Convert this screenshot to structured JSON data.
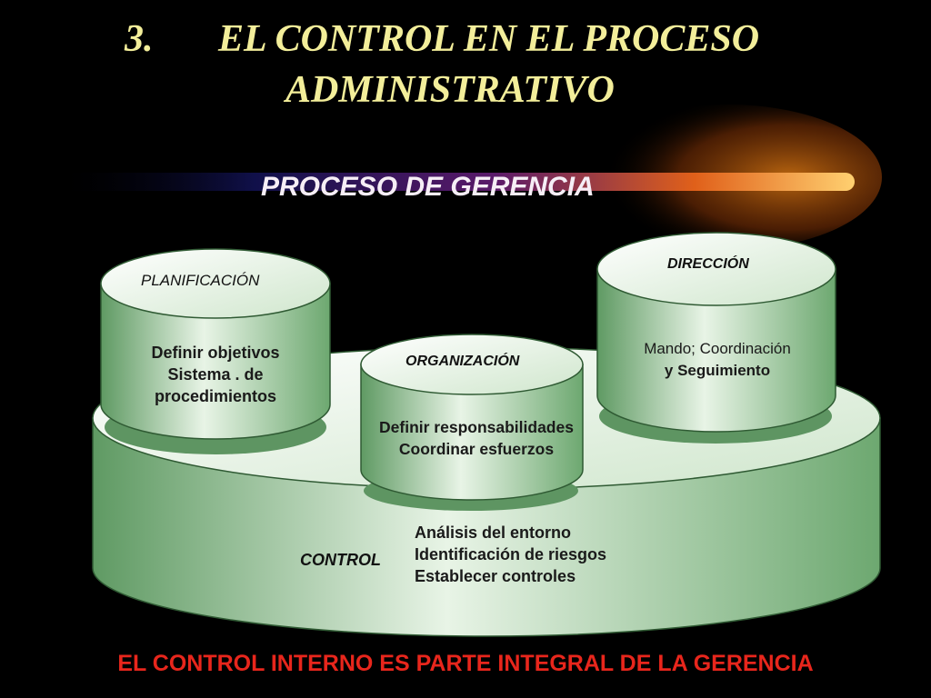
{
  "title": {
    "number": "3.",
    "line1": "EL CONTROL EN EL PROCESO",
    "line2": "ADMINISTRATIVO"
  },
  "subtitle": "PROCESO DE GERENCIA",
  "cylinders": {
    "control": {
      "label": "CONTROL",
      "lines": [
        "Análisis del entorno",
        "Identificación de riesgos",
        "Establecer controles"
      ]
    },
    "planificacion": {
      "label": "PLANIFICACIÓN",
      "lines": [
        "Definir objetivos",
        "Sistema . de",
        "procedimientos"
      ]
    },
    "organizacion": {
      "label": "ORGANIZACIÓN",
      "lines": [
        "Definir responsabilidades",
        "Coordinar esfuerzos"
      ]
    },
    "direccion": {
      "label": "DIRECCIÓN",
      "lines": [
        "Mando; Coordinación",
        "y Seguimiento"
      ]
    }
  },
  "footer": "EL CONTROL INTERNO ES PARTE INTEGRAL DE LA GERENCIA",
  "colors": {
    "background": "#000000",
    "title": "#f3ee9a",
    "footer": "#e8261c",
    "cylinder_green": "#6fa870"
  }
}
